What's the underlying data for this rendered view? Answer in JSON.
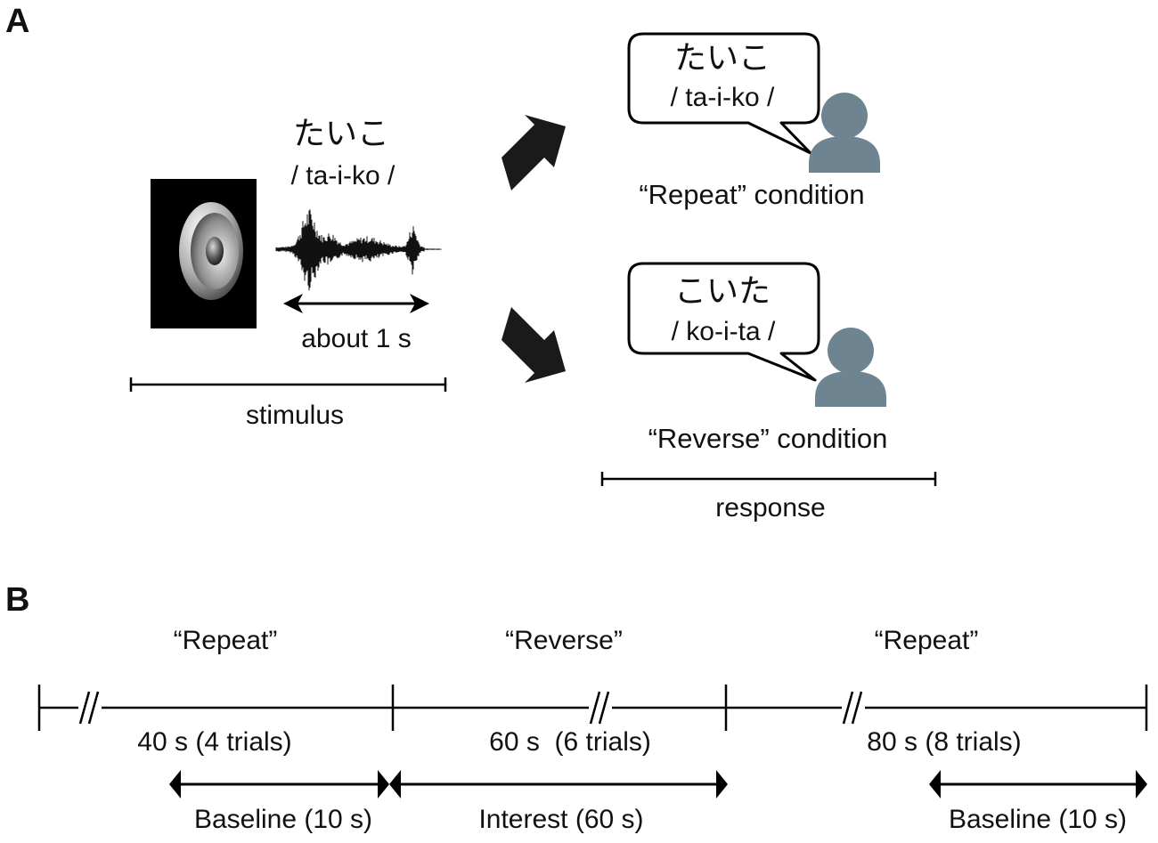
{
  "panel_a": {
    "label": "A",
    "stimulus": {
      "kana": "たいこ",
      "romaji": "/ ta-i-ko /",
      "duration_label": "about 1 s",
      "bracket_label": "stimulus"
    },
    "repeat": {
      "kana": "たいこ",
      "romaji": "/ ta-i-ko /",
      "condition_label": "“Repeat” condition"
    },
    "reverse": {
      "kana": "こいた",
      "romaji": "/ ko-i-ta /",
      "condition_label": "“Reverse” condition"
    },
    "response_label": "response",
    "person_color": "#6e8591"
  },
  "panel_b": {
    "label": "B",
    "blocks": [
      {
        "condition": "“Repeat”",
        "duration": "40 s (4 trials)"
      },
      {
        "condition": "“Reverse”",
        "duration": "60 s  (6 trials)"
      },
      {
        "condition": "“Repeat”",
        "duration": "80 s (8 trials)"
      }
    ],
    "periods": [
      {
        "label": "Baseline (10 s)"
      },
      {
        "label": "Interest (60 s)"
      },
      {
        "label": "Baseline (10 s)"
      }
    ]
  }
}
